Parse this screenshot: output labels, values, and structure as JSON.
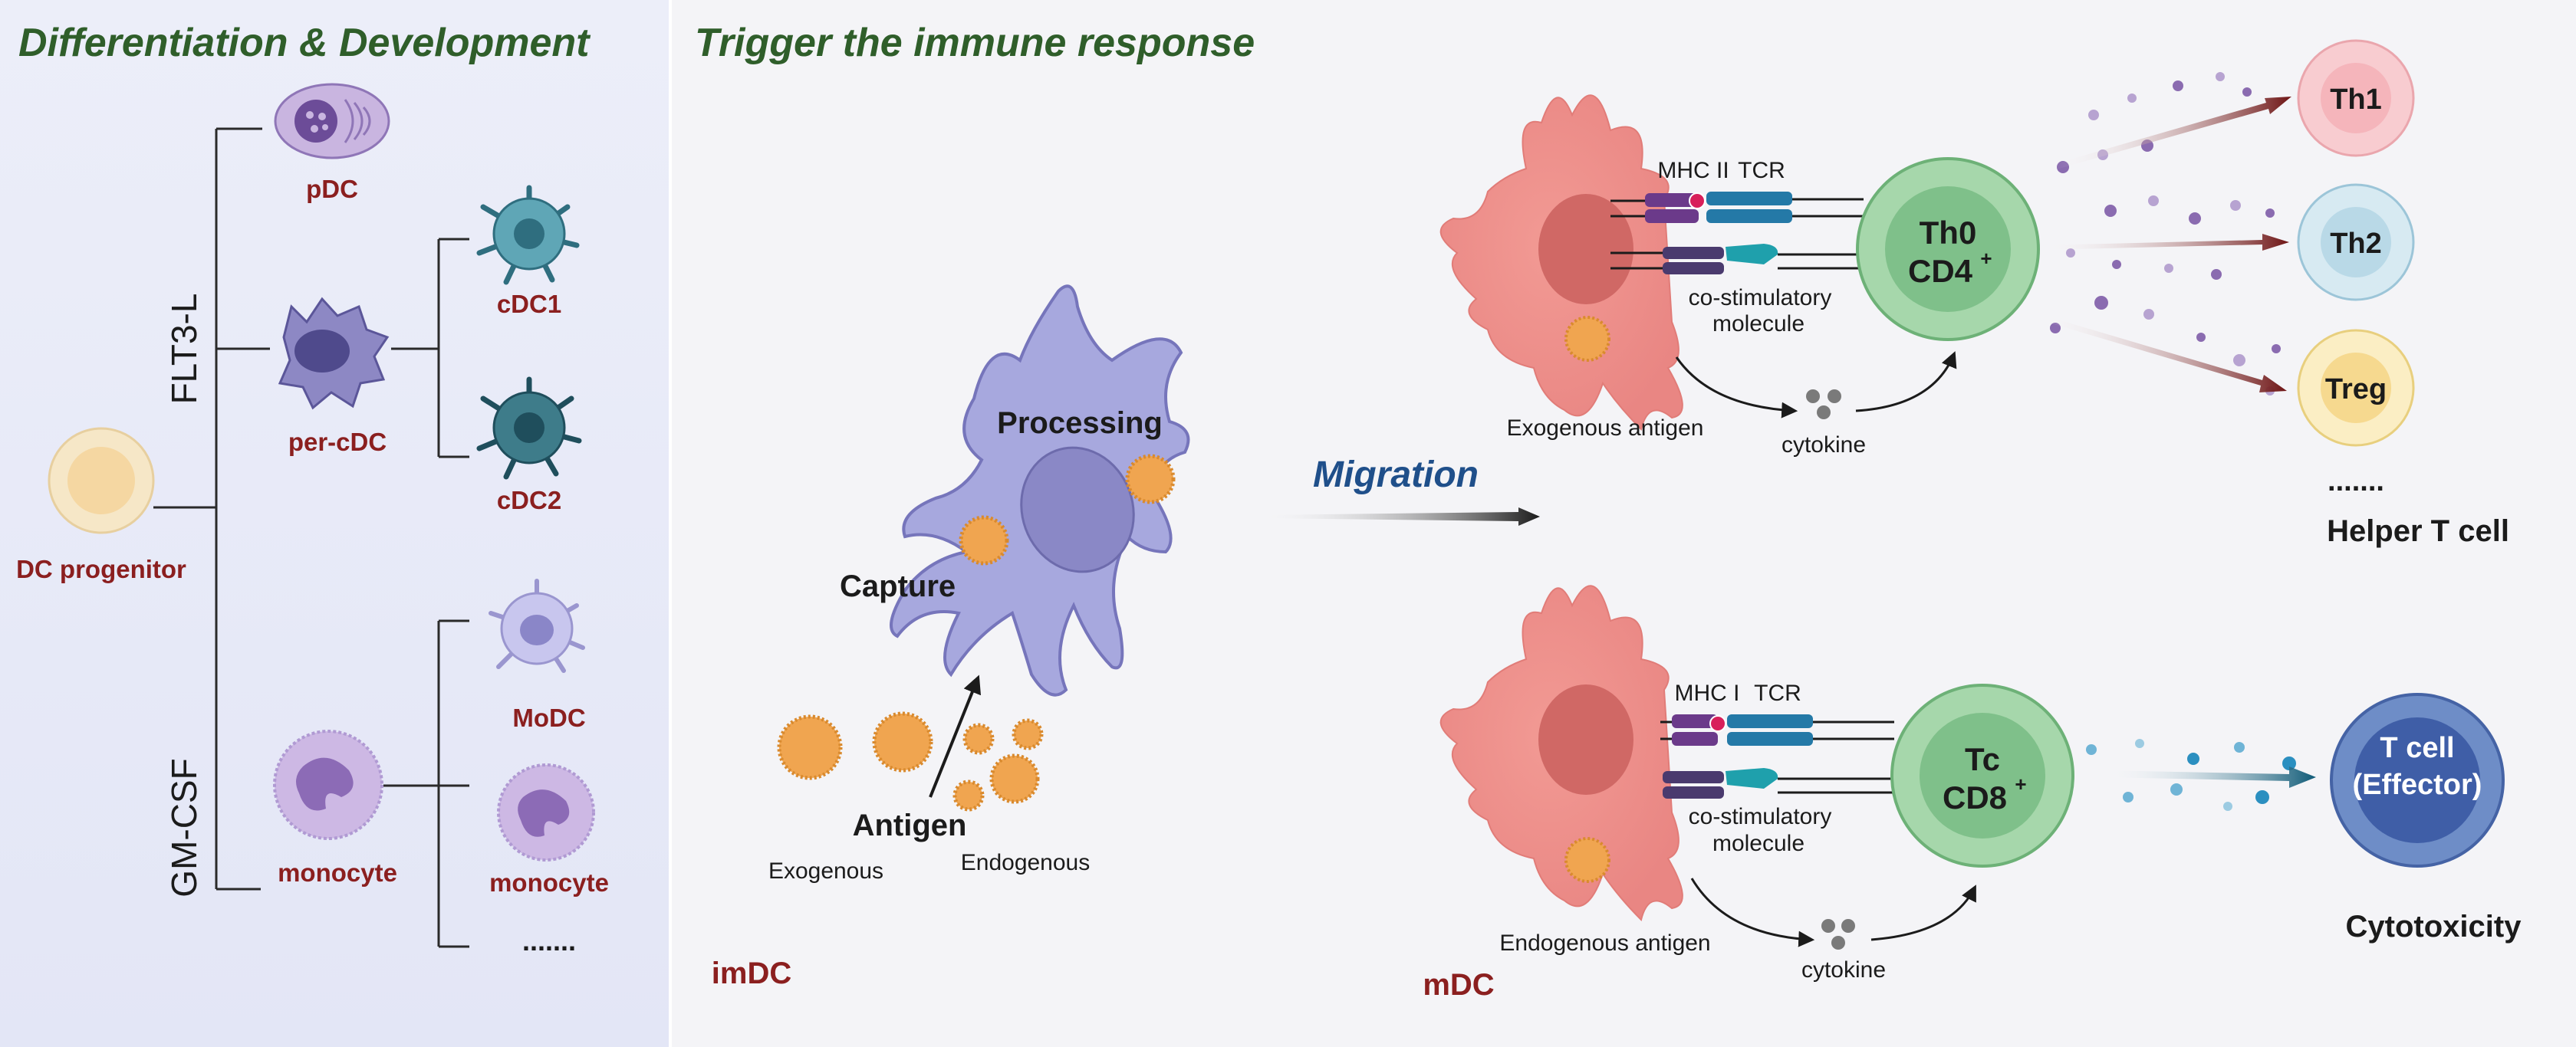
{
  "panels": {
    "left_title": "Differentiation & Development",
    "right_title": "Trigger the immune response"
  },
  "left": {
    "dc_progenitor": "DC progenitor",
    "flt3l": "FLT3-L",
    "gmcsf": "GM-CSF",
    "pdc": "pDC",
    "per_cdc": "per-cDC",
    "cdc1": "cDC1",
    "cdc2": "cDC2",
    "modc": "MoDC",
    "monocyte_1": "monocyte",
    "monocyte_2": "monocyte",
    "ellipsis": "......."
  },
  "imdc": {
    "processing": "Processing",
    "capture": "Capture",
    "antigen": "Antigen",
    "exogenous": "Exogenous",
    "endogenous": "Endogenous",
    "label": "imDC"
  },
  "migration": "Migration",
  "top_synapse": {
    "mhc": "MHC II",
    "tcr": "TCR",
    "costim_1": "co-stimulatory",
    "costim_2": "molecule",
    "antigen_label": "Exogenous antigen",
    "cytokine": "cytokine",
    "t_cell_1": "Th0",
    "t_cell_2": "CD4",
    "t_cell_sup": "+"
  },
  "bottom_synapse": {
    "mhc": "MHC I",
    "tcr": "TCR",
    "costim_1": "co-stimulatory",
    "costim_2": "molecule",
    "antigen_label": "Endogenous antigen",
    "cytokine": "cytokine",
    "t_cell_1": "Tc",
    "t_cell_2": "CD8",
    "t_cell_sup": "+",
    "dc_label": "mDC"
  },
  "helper": {
    "th1": "Th1",
    "th2": "Th2",
    "treg": "Treg",
    "ellipsis": ".......",
    "label": "Helper T cell"
  },
  "effector": {
    "line1": "T cell",
    "line2": "(Effector)",
    "label": "Cytotoxicity"
  },
  "colors": {
    "title_green": "#2f5e2a",
    "label_red": "#8b1f1f",
    "migration_blue": "#1f4f8a",
    "dc_pink": "#ec8e8a",
    "imdc_purple": "#a5a6dc",
    "t_cell_green": "#9fd1a5",
    "antigen_orange": "#f0a550",
    "th1_pink": "#f7c2c6",
    "th2_blue": "#c9e3ee",
    "treg_yellow": "#f8e3a5",
    "effector_blue": "#4e6db5"
  }
}
